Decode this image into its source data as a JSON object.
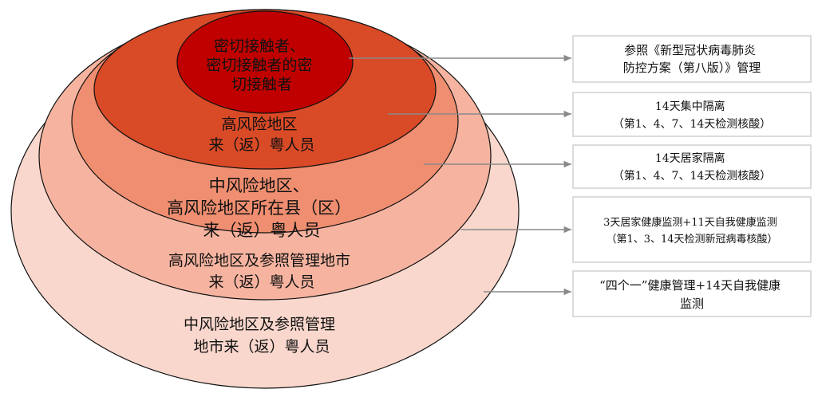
{
  "levels": [
    {
      "lines": [
        "密切接触者、",
        "密切接触者的密",
        "切接触者"
      ],
      "color": "#c00000",
      "text_color": "#ffffff",
      "box_lines": [
        "参照《新型冠状病毒肺炎",
        "防控方案（第八版）》管理"
      ]
    },
    {
      "lines": [
        "高风险地区",
        "来（返）粤人员"
      ],
      "color": "#d94a27",
      "text_color": "#ffffff",
      "box_lines": [
        "14天集中隔离",
        "（第1、4、7、14天检测核酸）"
      ]
    },
    {
      "lines": [
        "中风险地区、",
        "高风险地区所在县（区）",
        "来（返）粤人员"
      ],
      "color": "#ef8e70",
      "text_color": "#111111",
      "box_lines": [
        "14天居家隔离",
        "（第1、4、7、14天检测核酸）"
      ]
    },
    {
      "lines": [
        "高风险地区及参照管理地市",
        "来（返）粤人员"
      ],
      "color": "#f6b4a0",
      "text_color": "#111111",
      "box_lines": [
        "3天居家健康监测+11天自我健康监测",
        "（第1、3、14天检测新冠病毒核酸）"
      ]
    },
    {
      "lines": [
        "中风险地区及参照管理",
        "地市来（返）粤人员"
      ],
      "color": "#f9d7cc",
      "text_color": "#111111",
      "box_lines": [
        "“四个一”健康管理+14天自我健康",
        "监测"
      ]
    }
  ]
}
